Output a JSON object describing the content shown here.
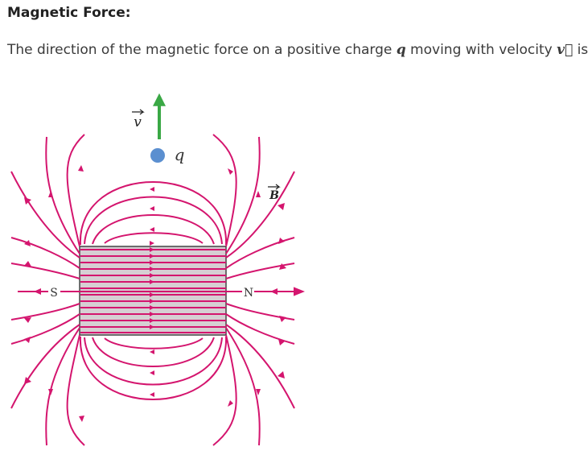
{
  "heading": "Magnetic Force:",
  "sentence": {
    "part1": "The direction of the magnetic force on a positive charge ",
    "charge_symbol": "q",
    "part2": " moving with velocity ",
    "velocity_symbol": "v⃗",
    "part3": " is"
  },
  "figure": {
    "velocity_label": "v",
    "charge_label": "q",
    "field_label": "B",
    "pole_south": "S",
    "pole_north": "N",
    "colors": {
      "field_lines": "#d4156e",
      "magnet_fill": "#d6cfd3",
      "velocity_arrow": "#3aa845",
      "charge": "#5b8fd0"
    }
  }
}
